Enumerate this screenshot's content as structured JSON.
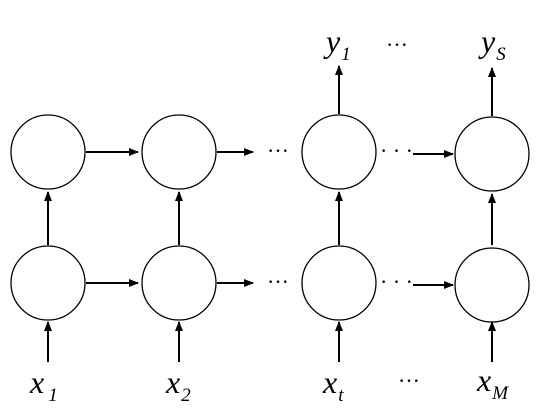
{
  "diagram": {
    "inputs": [
      {
        "base": "x",
        "sub": "1"
      },
      {
        "base": "x",
        "sub": "2"
      },
      {
        "base": "x",
        "sub": "t"
      },
      {
        "base": "x",
        "sub": "M"
      }
    ],
    "outputs": [
      {
        "base": "y",
        "sub": "1"
      },
      {
        "base": "y",
        "sub": "S"
      }
    ],
    "ellipsis": "···",
    "ellipsis_h": "· · ·",
    "colors": {
      "stroke": "#000000",
      "node_fill": "#ffffff",
      "text": "#000000"
    }
  }
}
